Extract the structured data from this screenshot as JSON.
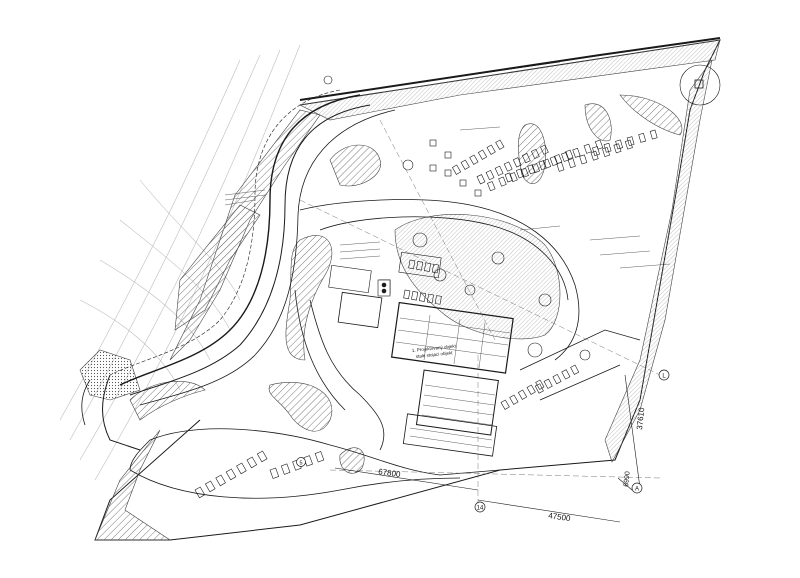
{
  "drawing": {
    "dimensions": {
      "width_total": "47500",
      "width_inner": "67800",
      "height_right": "37610",
      "height_small": "6990"
    },
    "grid_markers": {
      "row_top": "L",
      "row_bottom": "A",
      "col_left": "14",
      "col_mid": "5"
    },
    "notes": {
      "building_label_1": "1. Projektovaný objekt",
      "building_label_2": "stale stojaci objekt"
    },
    "colors": {
      "line": "#1a1a1a",
      "hatch": "#8a8a8a",
      "fill_grey": "#d9d9d9",
      "paper": "#ffffff"
    }
  }
}
